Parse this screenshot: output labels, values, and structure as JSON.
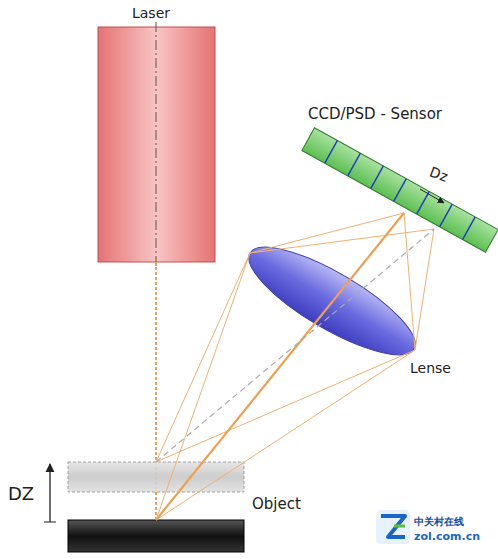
{
  "diagram": {
    "labels": [
      "Laser",
      "CCD/PSD - Sensor",
      "Dz",
      "Lense",
      "DZ",
      "Object",
      "中关村在线",
      "zol.com.cn"
    ]
  }
}
